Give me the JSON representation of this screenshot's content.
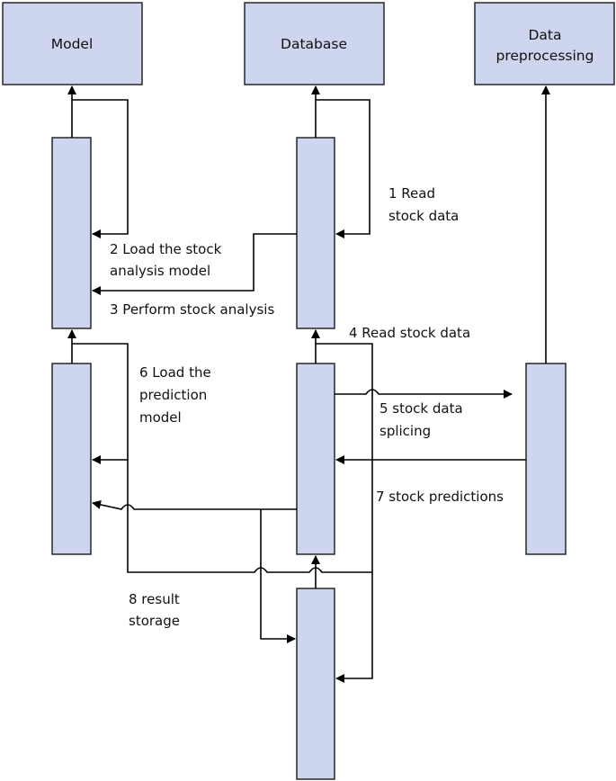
{
  "participants": {
    "model": "Model",
    "database": "Database",
    "preprocessing_line1": "Data",
    "preprocessing_line2": "preprocessing"
  },
  "messages": {
    "m1_line1": "1 Read",
    "m1_line2": "stock data",
    "m2_line1": "2 Load the stock",
    "m2_line2": "analysis model",
    "m3": "3 Perform stock analysis",
    "m4": "4 Read stock data",
    "m5_line1": "5 stock data",
    "m5_line2": "splicing",
    "m6_line1": "6 Load the",
    "m6_line2": "prediction",
    "m6_line3": "model",
    "m7": "7 stock predictions",
    "m8_line1": "8 result",
    "m8_line2": "storage"
  },
  "colors": {
    "box_fill": "#cdd5ef",
    "line": "#000000"
  }
}
